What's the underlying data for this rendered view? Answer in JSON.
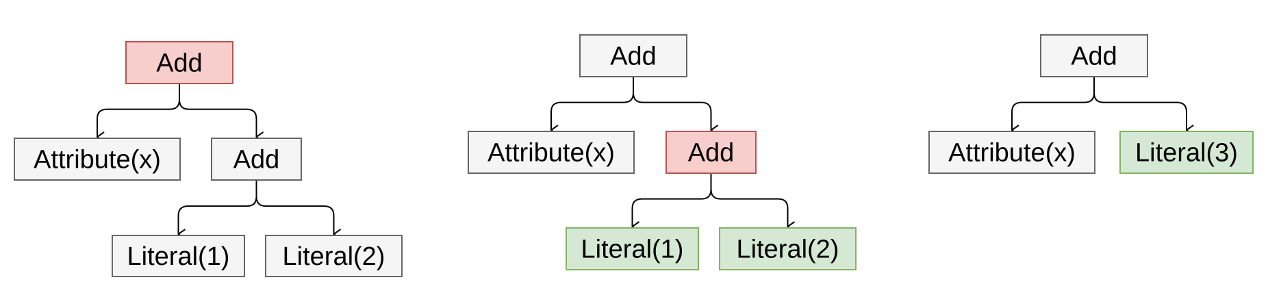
{
  "colors": {
    "normal_fill": "#f5f5f5",
    "normal_stroke": "#666666",
    "highlight_fill": "#f8cecc",
    "highlight_stroke": "#b85450",
    "result_fill": "#d5e8d4",
    "result_stroke": "#82b366"
  },
  "trees": [
    {
      "nodes": [
        {
          "id": "t1-add-root",
          "label": "Add",
          "style": "highlight"
        },
        {
          "id": "t1-attr-x",
          "label": "Attribute(x)",
          "style": "normal"
        },
        {
          "id": "t1-add-inner",
          "label": "Add",
          "style": "normal"
        },
        {
          "id": "t1-lit-1",
          "label": "Literal(1)",
          "style": "normal"
        },
        {
          "id": "t1-lit-2",
          "label": "Literal(2)",
          "style": "normal"
        }
      ],
      "edges": [
        [
          "t1-add-root",
          "t1-attr-x"
        ],
        [
          "t1-add-root",
          "t1-add-inner"
        ],
        [
          "t1-add-inner",
          "t1-lit-1"
        ],
        [
          "t1-add-inner",
          "t1-lit-2"
        ]
      ]
    },
    {
      "nodes": [
        {
          "id": "t2-add-root",
          "label": "Add",
          "style": "normal"
        },
        {
          "id": "t2-attr-x",
          "label": "Attribute(x)",
          "style": "normal"
        },
        {
          "id": "t2-add-inner",
          "label": "Add",
          "style": "highlight"
        },
        {
          "id": "t2-lit-1",
          "label": "Literal(1)",
          "style": "result"
        },
        {
          "id": "t2-lit-2",
          "label": "Literal(2)",
          "style": "result"
        }
      ],
      "edges": [
        [
          "t2-add-root",
          "t2-attr-x"
        ],
        [
          "t2-add-root",
          "t2-add-inner"
        ],
        [
          "t2-add-inner",
          "t2-lit-1"
        ],
        [
          "t2-add-inner",
          "t2-lit-2"
        ]
      ]
    },
    {
      "nodes": [
        {
          "id": "t3-add-root",
          "label": "Add",
          "style": "normal"
        },
        {
          "id": "t3-attr-x",
          "label": "Attribute(x)",
          "style": "normal"
        },
        {
          "id": "t3-lit-3",
          "label": "Literal(3)",
          "style": "result"
        }
      ],
      "edges": [
        [
          "t3-add-root",
          "t3-attr-x"
        ],
        [
          "t3-add-root",
          "t3-lit-3"
        ]
      ]
    }
  ]
}
